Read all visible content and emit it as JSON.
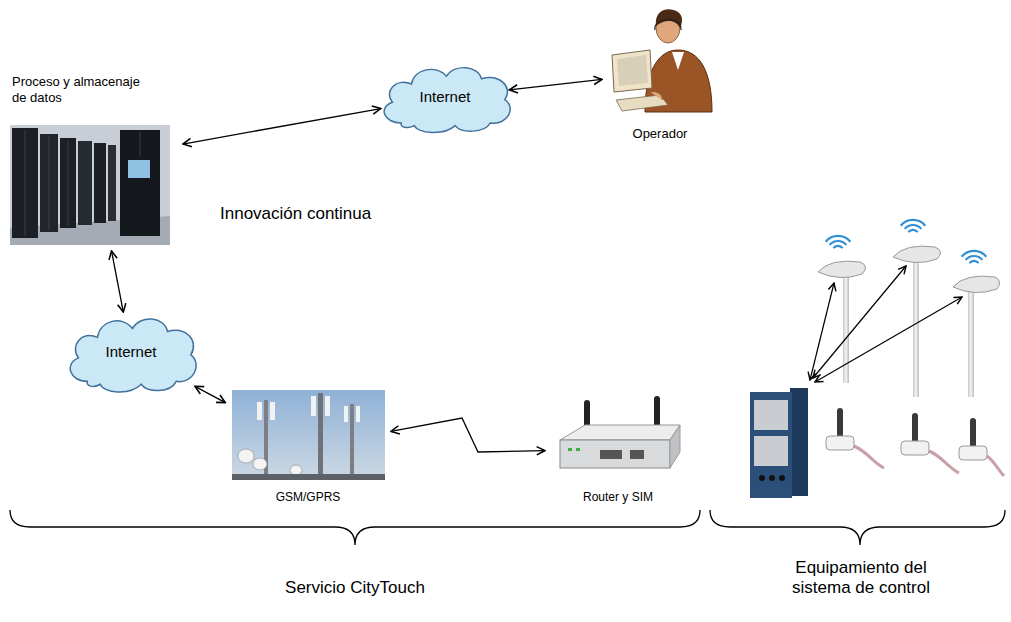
{
  "diagram": {
    "nodes": [
      {
        "text": [
          "Proceso y almacenaje de datos"
        ]
      },
      {
        "text": [
          "Internet"
        ]
      },
      {
        "text": [
          "Operador"
        ]
      },
      {
        "text": [
          "Internet"
        ]
      },
      {
        "text": [
          "GSM/GPRS"
        ]
      },
      {
        "text": [
          "Router y SIM"
        ]
      }
    ],
    "edges": [
      {
        "from": 0,
        "to": 1,
        "arrow": "both"
      },
      {
        "from": 1,
        "to": 2,
        "arrow": "both"
      },
      {
        "from": 0,
        "to": 3,
        "arrow": "both"
      },
      {
        "from": 3,
        "to": 4,
        "arrow": "both"
      },
      {
        "from": 4,
        "to": 5,
        "arrow": "both"
      }
    ],
    "labels": [
      "Innovación continua",
      "Servicio CityTouch",
      "Equipamiento del sistema de control"
    ]
  }
}
